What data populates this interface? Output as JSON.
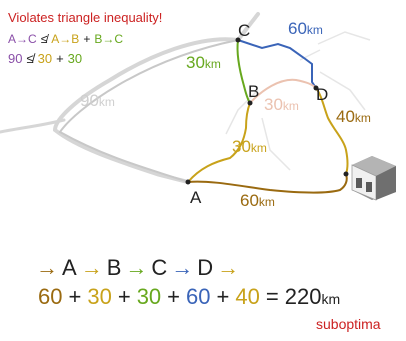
{
  "warning": {
    "title": "Violates triangle inequality!",
    "line1": {
      "a": "A",
      "arrow1": "→",
      "c": "C",
      "neq": "≰",
      "a2": "A",
      "arrow2": "→",
      "b": "B",
      "plus": "+",
      "b2": "B",
      "arrow3": "→",
      "c2": "C"
    },
    "line2": {
      "v1": "90",
      "neq": "≰",
      "v2": "30",
      "plus": "+",
      "v3": "30"
    }
  },
  "map": {
    "points": {
      "A": "A",
      "B": "B",
      "C": "C",
      "D": "D"
    },
    "distances": {
      "AC": {
        "value": "90",
        "unit": "km"
      },
      "CB": {
        "value": "30",
        "unit": "km"
      },
      "BD": {
        "value": "30",
        "unit": "km"
      },
      "CD": {
        "value": "60",
        "unit": "km"
      },
      "AB": {
        "value": "30",
        "unit": "km"
      },
      "DDepot": {
        "value": "40",
        "unit": "km"
      },
      "ADepot": {
        "value": "60",
        "unit": "km"
      }
    }
  },
  "route": {
    "arrow": "→",
    "nodes": [
      "A",
      "B",
      "C",
      "D"
    ],
    "plus": "+",
    "equals": "=",
    "values": [
      "60",
      "30",
      "30",
      "60",
      "40"
    ],
    "total": "220",
    "unit": "km",
    "verdict": "suboptima"
  },
  "colors": {
    "red": "#cc2222",
    "purple": "#8a4fa8",
    "gold": "#c8a21a",
    "green": "#67a81e",
    "blue": "#3a64b8",
    "brown": "#9a6a10",
    "pink": "#ebc2b0",
    "gray": "#c8c8c8"
  }
}
